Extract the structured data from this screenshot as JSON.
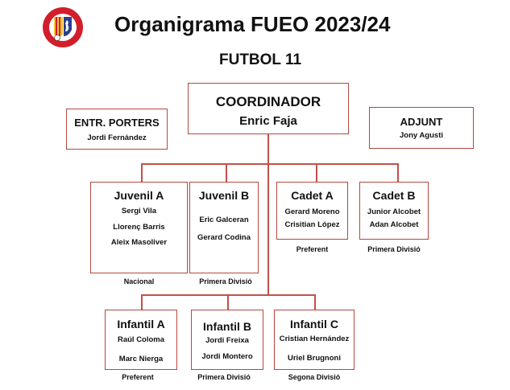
{
  "header": {
    "title": "Organigrama FUEO 2023/24",
    "subtitle": "FUTBOL 11"
  },
  "coordinator": {
    "role": "COORDINADOR",
    "name": "Enric Faja"
  },
  "goalkeeper_coach": {
    "role": "ENTR. PORTERS",
    "name": "Jordi Fernández"
  },
  "assistant": {
    "role": "ADJUNT",
    "name": "Jony Agusti"
  },
  "teams_row1": [
    {
      "name": "Juvenil  A",
      "coaches": [
        "Sergi Vila",
        "Llorenç Barris",
        "Aleix Masoliver"
      ],
      "league": "Nacional"
    },
    {
      "name": "Juvenil B",
      "coaches": [
        "Eric Galceran",
        "Gerard Codina"
      ],
      "league": "Primera Divisió"
    },
    {
      "name": "Cadet  A",
      "coaches": [
        "Gerard Moreno",
        "Crisitian López"
      ],
      "league": "Preferent"
    },
    {
      "name": "Cadet B",
      "coaches": [
        "Junior Alcobet",
        "Adan Alcobet"
      ],
      "league": "Primera Divisió"
    }
  ],
  "teams_row2": [
    {
      "name": "Infantil A",
      "coaches": [
        "Raúl Coloma",
        "Marc Nierga"
      ],
      "league": "Preferent"
    },
    {
      "name": "Infantil B",
      "coaches": [
        "Jordi Freixa",
        "Jordi Montero"
      ],
      "league": "Primera Divisió"
    },
    {
      "name": "Infantil C",
      "coaches": [
        "Cristian Hernández",
        "Uriel Brugnoni"
      ],
      "league": "Segona Divisió"
    }
  ],
  "colors": {
    "box_border": "#b4483d",
    "connector": "#c0514a",
    "logo_red": "#d21e2b"
  }
}
